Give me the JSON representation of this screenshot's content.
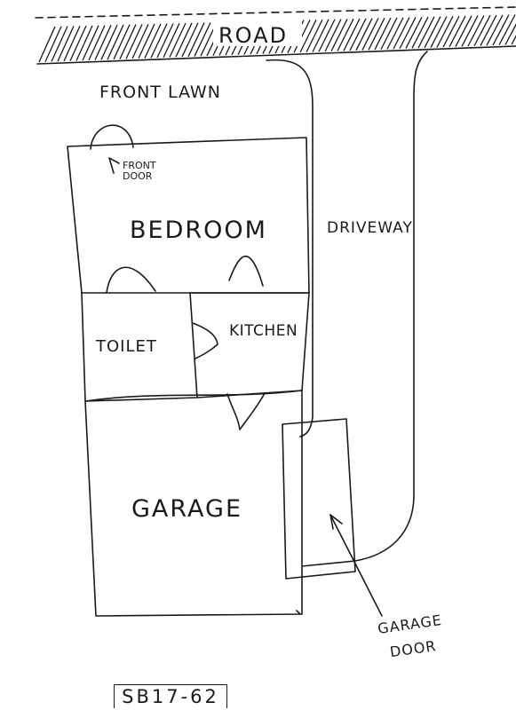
{
  "labels": {
    "road": "ROAD",
    "front_lawn": "FRONT LAWN",
    "front_door": "FRONT DOOR",
    "bedroom": "BEDROOM",
    "driveway": "DRIVEWAY",
    "toilet": "TOILET",
    "kitchen": "KITCHEN",
    "garage": "GARAGE",
    "garage_door": "GARAGE DOOR",
    "sheet_id": "SB17-62"
  },
  "colors": {
    "ink": "#1a1a1a",
    "paper": "#ffffff"
  }
}
